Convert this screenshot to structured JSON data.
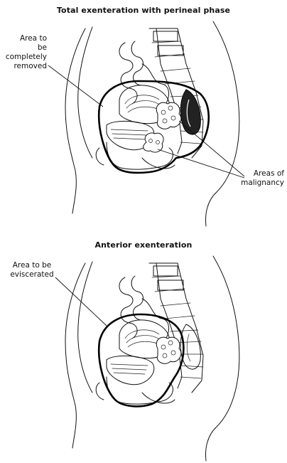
{
  "panels": [
    {
      "title": "Total exenteration with perineal phase",
      "labels": {
        "removal_area": "Area to\nbe completely\nremoved",
        "malignancy": "Areas of\nmalignancy"
      }
    },
    {
      "title": "Anterior exenteration",
      "labels": {
        "eviscerated_area": "Area to be\neviscerated"
      }
    }
  ],
  "colors": {
    "ink": "#111111",
    "background": "#ffffff"
  }
}
